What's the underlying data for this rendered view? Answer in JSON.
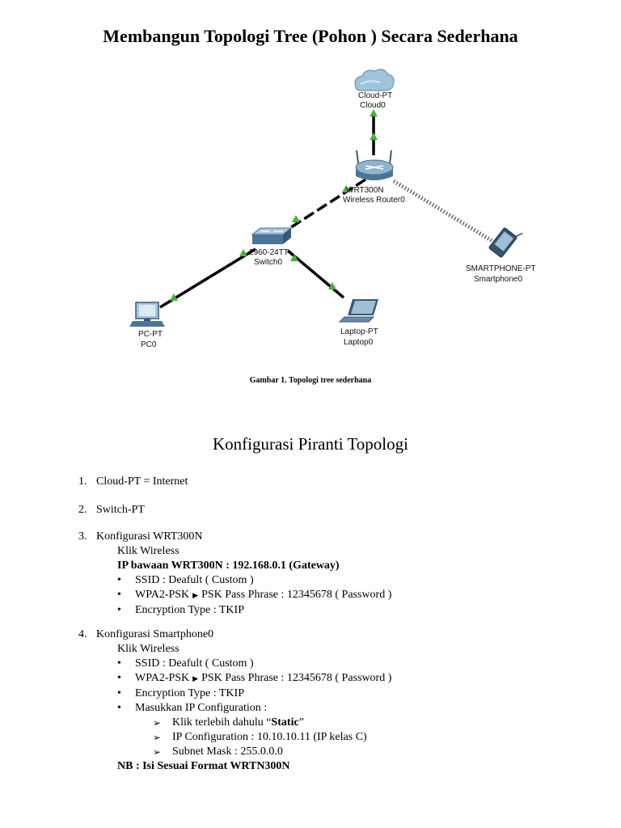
{
  "title": "Membangun Topologi Tree (Pohon ) Secara Sederhana",
  "diagram": {
    "nodes": {
      "cloud": {
        "type": "Cloud-PT",
        "name": "Cloud0"
      },
      "router": {
        "type": "WRT300N",
        "name": "Wireless Router0"
      },
      "switch": {
        "type": "2960-24TT",
        "name": "Switch0"
      },
      "smartphone": {
        "type": "SMARTPHONE-PT",
        "name": "Smartphone0"
      },
      "pc": {
        "type": "PC-PT",
        "name": "PC0"
      },
      "laptop": {
        "type": "Laptop-PT",
        "name": "Laptop0"
      }
    },
    "link_status_color": "#4caf3c"
  },
  "caption": "Gambar 1. Topologi tree sederhana",
  "section_title": "Konfigurasi Piranti Topologi",
  "steps": {
    "s1": {
      "num": "1.",
      "text": "Cloud-PT = Internet"
    },
    "s2": {
      "num": "2.",
      "text": "Switch-PT"
    },
    "s3": {
      "num": "3.",
      "text": "Konfigurasi WRT300N",
      "sub": "Klik Wireless",
      "ip_note": "IP bawaan WRT300N : 192.168.0.1 (Gateway)",
      "b1": "SSID : Deafult ( Custom )",
      "b2a": "WPA2-PSK",
      "b2b": "PSK Pass Phrase : 12345678 ( Password )",
      "b3": "Encryption Type : TKIP"
    },
    "s4": {
      "num": "4.",
      "text": "Konfigurasi Smartphone0",
      "sub": "Klik Wireless",
      "b1": "SSID : Deafult ( Custom )",
      "b2a": "WPA2-PSK",
      "b2b": "PSK Pass Phrase : 12345678 ( Password )",
      "b3": "Encryption Type : TKIP",
      "b4": "Masukkan IP Configuration :",
      "a1_pre": "Klik terlebih dahulu “",
      "a1_bold": "Static",
      "a1_post": "”",
      "a2": "IP Configuration : 10.10.10.11 (IP kelas C)",
      "a3": "Subnet Mask : 255.0.0.0",
      "nb": "NB : Isi Sesuai Format WRTN300N"
    }
  }
}
